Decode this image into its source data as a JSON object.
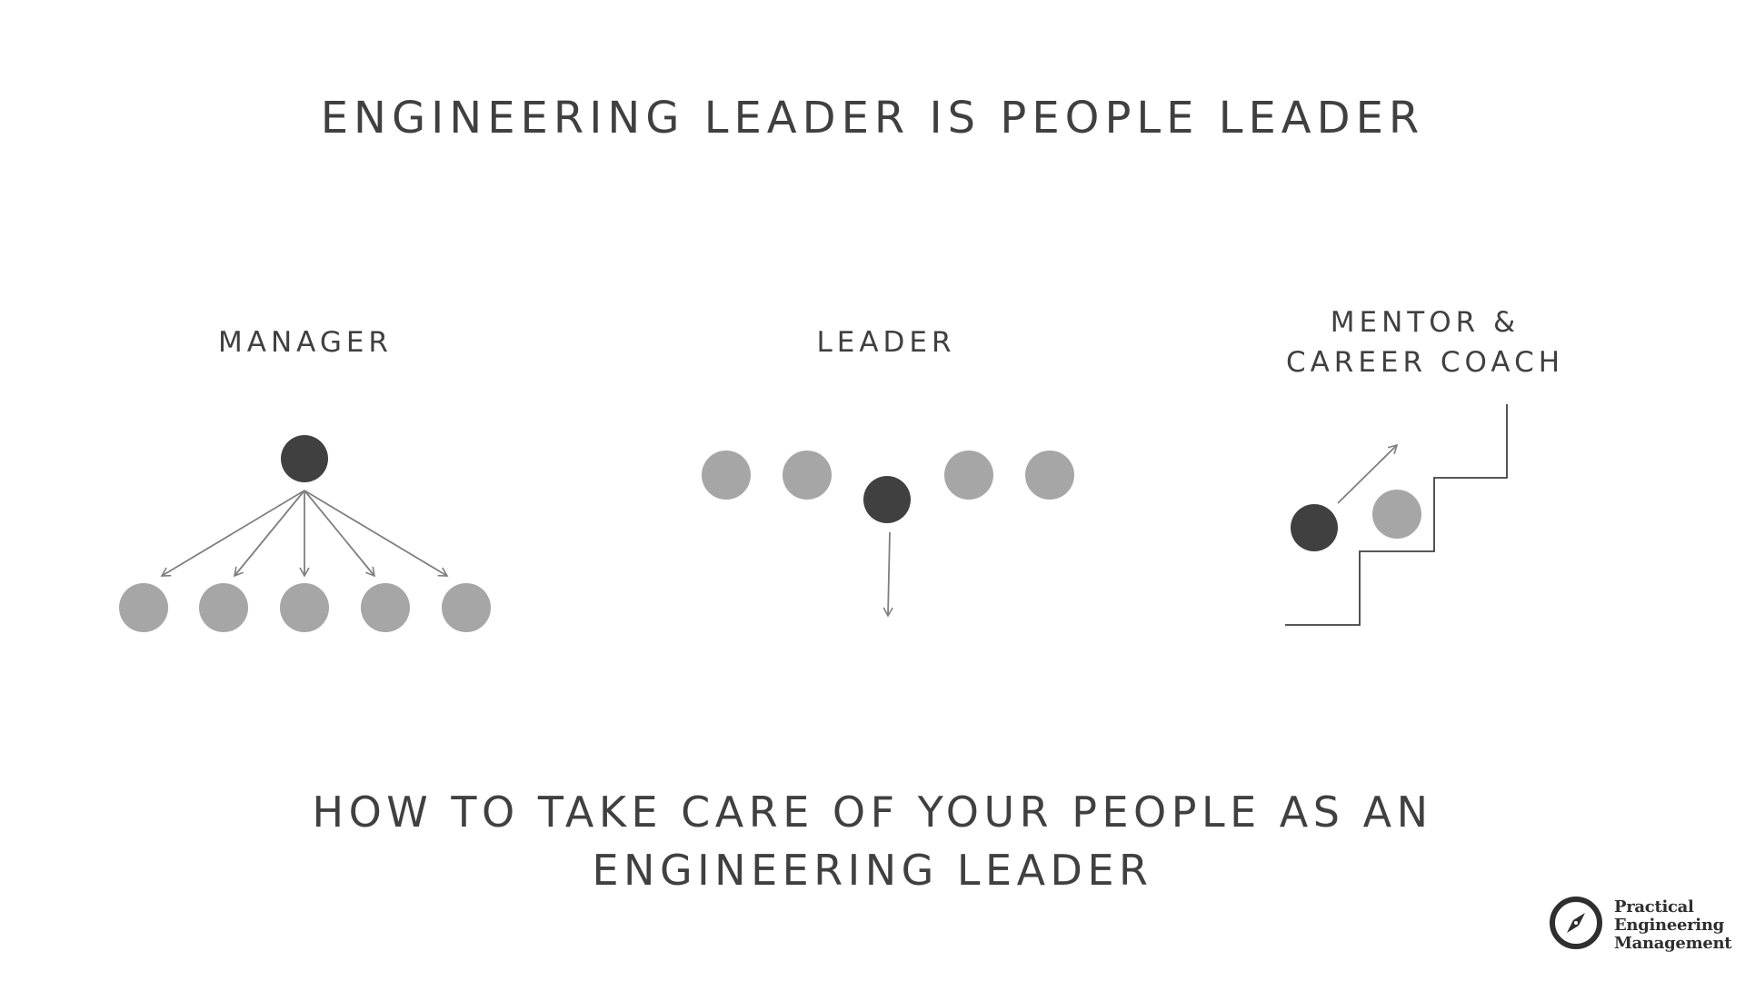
{
  "title": "ENGINEERING LEADER IS PEOPLE LEADER",
  "sections": {
    "manager": {
      "label": "MANAGER"
    },
    "leader": {
      "label": "LEADER"
    },
    "mentor": {
      "label_line1": "MENTOR &",
      "label_line2": "CAREER COACH"
    }
  },
  "bottom": {
    "line1": "HOW TO TAKE CARE OF YOUR PEOPLE AS AN",
    "line2": "ENGINEERING LEADER"
  },
  "logo": {
    "line1": "Practical",
    "line2": "Engineering",
    "line3": "Management",
    "icon": "compass-icon"
  },
  "colors": {
    "dark_node": "#404040",
    "light_node": "#a6a6a6",
    "arrow": "#7f7f7f",
    "text": "#404040"
  }
}
